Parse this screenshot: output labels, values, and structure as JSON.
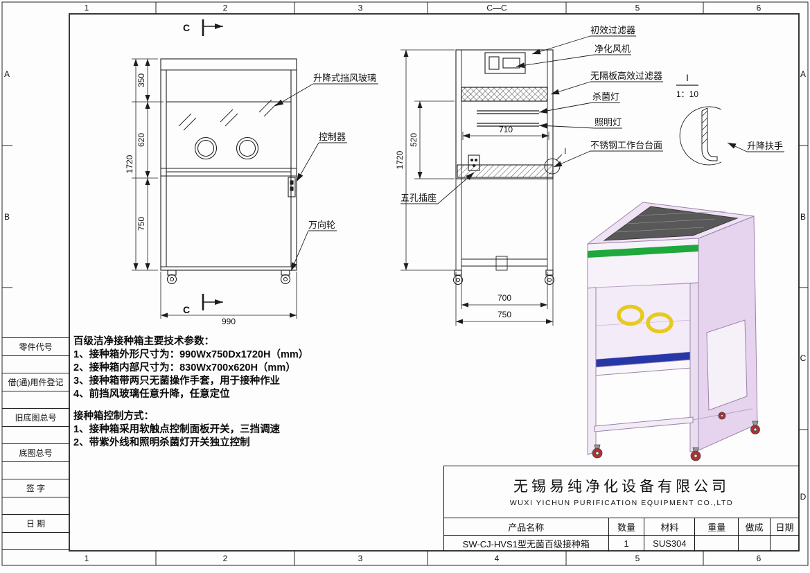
{
  "colors": {
    "line": "#1d1d1d",
    "paper": "#fdfdfd",
    "green_stripe": "#1fa83c",
    "blue_stripe": "#2637a8",
    "pink_panel": "#e6d3ee",
    "pink_light": "#f4ebf8",
    "yellow_ring": "#e7c91f",
    "red_wheel": "#b33030"
  },
  "sheet": {
    "grid_top": [
      "1",
      "2",
      "3",
      "C—C",
      "5",
      "6"
    ],
    "grid_bottom": [
      "1",
      "2",
      "3",
      "4",
      "5",
      "6"
    ],
    "grid_left": [
      "A",
      "B"
    ],
    "grid_right": [
      "A",
      "B",
      "C",
      "D"
    ]
  },
  "left_panel": {
    "rows": [
      "零件代号",
      "借(通)用件登记",
      "旧底图总号",
      "底图总号",
      "签  字",
      "日  期"
    ]
  },
  "front_view": {
    "section_mark": "C",
    "dim_350": "350",
    "dim_620": "620",
    "dim_750": "750",
    "dim_1720": "1720",
    "dim_990": "990",
    "label_glass": "升降式挡风玻璃",
    "label_controller": "控制器",
    "label_wheel": "万向轮"
  },
  "section_view": {
    "dim_1720": "1720",
    "dim_520": "520",
    "dim_710": "710",
    "dim_700": "700",
    "dim_750": "750",
    "label_prefilter": "初效过滤器",
    "label_fan": "净化风机",
    "label_hepa": "无隔板高效过滤器",
    "label_uv": "杀菌灯",
    "label_light": "照明灯",
    "label_worktop": "不锈钢工作台台面",
    "label_socket": "五孔插座",
    "detail_mark": "I"
  },
  "detail_view": {
    "detail_id": "I",
    "scale": "1：10",
    "label_handle": "升降扶手"
  },
  "notes": {
    "title": "百级洁净接种箱主要技术参数：",
    "items": [
      "1、接种箱外形尺寸为：990Wx750Dx1720H（mm）",
      "2、接种箱内部尺寸为：830Wx700x620H（mm）",
      "3、接种箱带两只无菌操作手套，用于接种作业",
      "4、前挡风玻璃任意升降，任意定位"
    ],
    "control_title": "接种箱控制方式：",
    "control_items": [
      "1、接种箱采用软触点控制面板开关，三挡调速",
      "2、带紫外线和照明杀菌灯开关独立控制"
    ]
  },
  "title_block": {
    "company_cn": "无锡易纯净化设备有限公司",
    "company_en": "WUXI YICHUN PURIFICATION EQUIPMENT CO.,LTD",
    "col_product": "产品名称",
    "col_qty": "数量",
    "col_material": "材料",
    "col_weight": "重量",
    "col_made": "做成",
    "col_date": "日期",
    "product_name": "SW-CJ-HVS1型无菌百级接种箱",
    "qty": "1",
    "material": "SUS304",
    "weight": "",
    "made": "",
    "date": ""
  }
}
